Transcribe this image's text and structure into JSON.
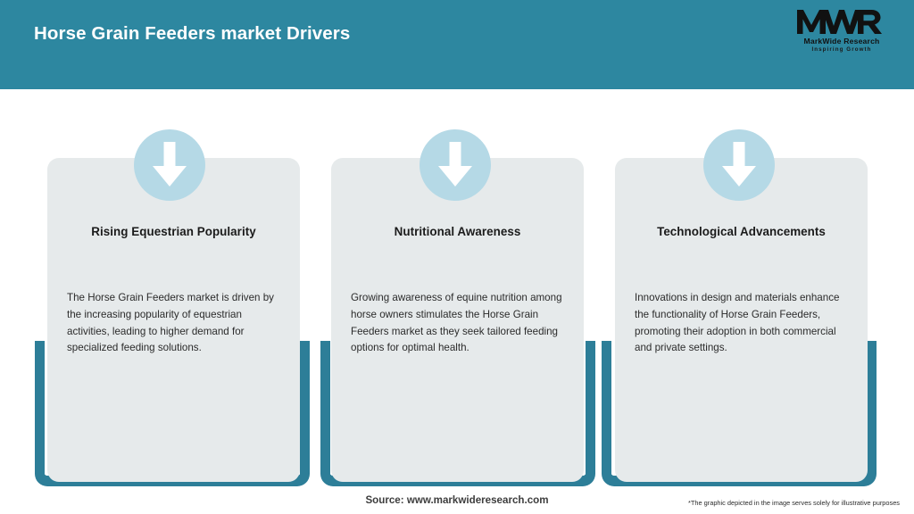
{
  "header": {
    "title": "Horse Grain Feeders market Drivers",
    "background_color": "#2d87a0",
    "title_color": "#ffffff",
    "logo": {
      "mark_text": "MWR",
      "name": "MarkWide Research",
      "tagline": "Inspiring Growth"
    }
  },
  "theme": {
    "accent_teal": "#2d87a0",
    "bracket_teal": "#2d7e98",
    "badge_blue": "#b5d9e6",
    "card_background": "#e6eaeb",
    "page_background": "#ffffff",
    "body_text_color": "#2b2b2b",
    "title_text_color": "#1b1b1b"
  },
  "cards": [
    {
      "icon": "arrow-down-icon",
      "title": "Rising Equestrian Popularity",
      "body": "The Horse Grain Feeders market is driven by the increasing popularity of equestrian activities, leading to higher demand for specialized feeding solutions."
    },
    {
      "icon": "arrow-down-icon",
      "title": "Nutritional Awareness",
      "body": "Growing awareness of equine nutrition among horse owners stimulates the Horse Grain Feeders market as they seek tailored feeding options for optimal health."
    },
    {
      "icon": "arrow-down-icon",
      "title": "Technological Advancements",
      "body": "Innovations in design and materials enhance the functionality of Horse Grain Feeders, promoting their adoption in both commercial and private settings."
    }
  ],
  "footer": {
    "source": "Source: www.markwideresearch.com",
    "disclaimer": "*The graphic depicted in the image serves solely for illustrative purposes"
  }
}
